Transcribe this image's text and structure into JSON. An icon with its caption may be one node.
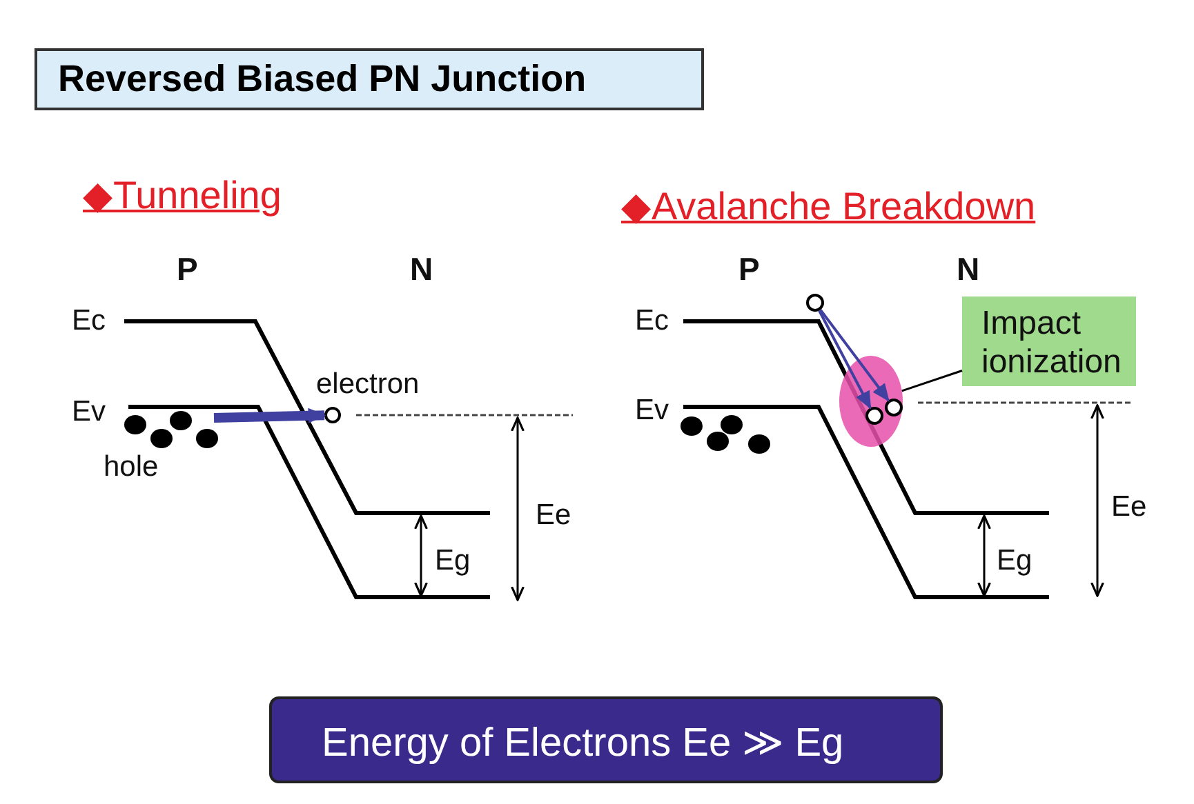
{
  "diagram": {
    "title": "Reversed Biased PN Junction",
    "nodes": [
      {
        "text": [],
        "shape": "circle",
        "beside": [
          "electron"
        ]
      },
      {
        "text": [],
        "shape": "circle"
      },
      {
        "text": [],
        "shape": "ellipse"
      },
      {
        "text": [],
        "shape": "circle",
        "in": 2
      },
      {
        "text": [],
        "shape": "circle",
        "in": 2
      },
      {
        "text": [
          "Impact ionization"
        ]
      },
      {
        "text": [
          "Energy of Electrons Ee ≫ Eg"
        ]
      }
    ],
    "edges": [
      {
        "from": null,
        "to": 0,
        "arrow": "to",
        "style": "thick",
        "color": "#4040a0"
      },
      {
        "from": 1,
        "to": 3,
        "arrow": "to",
        "color": "#4040a0"
      },
      {
        "from": 1,
        "to": 4,
        "arrow": "to",
        "color": "#4040a0"
      },
      {
        "from": 5,
        "to": 2,
        "arrow": "none",
        "color": "#000000"
      }
    ],
    "labels": [
      "◆Tunneling",
      "◆Avalanche Breakdown",
      "P",
      "N",
      "Ec",
      "Ev",
      "hole",
      "Ee",
      "Eg",
      "P",
      "N",
      "Ec",
      "Ev",
      "Ee",
      "Eg"
    ]
  }
}
